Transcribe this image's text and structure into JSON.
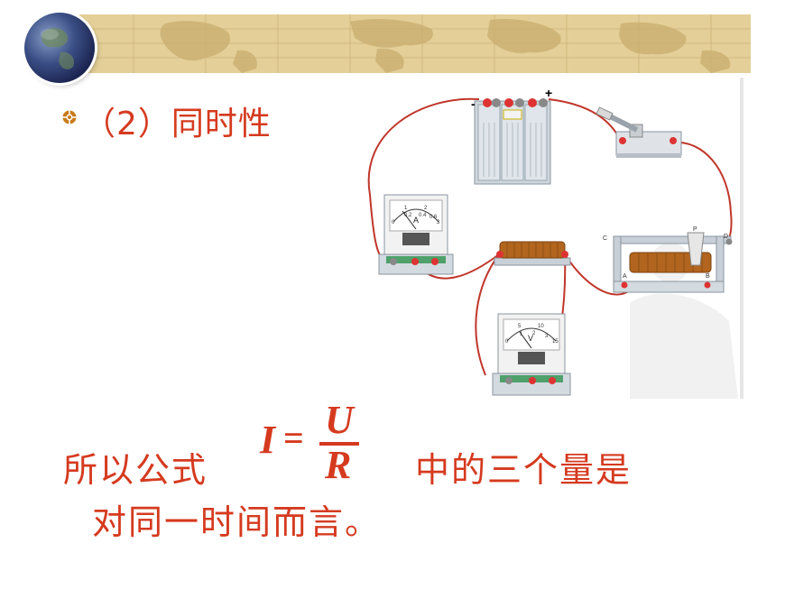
{
  "slide": {
    "heading": "（2）同时性",
    "body_part1": "所以公式",
    "body_part2": "中的三个量是",
    "body_line2": "对同一时间而言。"
  },
  "formula": {
    "lhs": "I",
    "equals": "=",
    "numerator": "U",
    "denominator": "R"
  },
  "circuit": {
    "battery_minus": "-",
    "battery_plus": "+",
    "ammeter_letter": "A",
    "ammeter_scale": [
      "0",
      "1",
      "2",
      "3",
      "0.2",
      "0.4",
      "0.6"
    ],
    "voltmeter_letter": "V",
    "voltmeter_scale": [
      "0",
      "5",
      "10",
      "15",
      "1",
      "2",
      "3"
    ],
    "rheostat_labels": [
      "C",
      "P",
      "D",
      "A",
      "B"
    ]
  },
  "colors": {
    "text": "#d53a1f",
    "banner": "#e4cf98",
    "wire": "#c0362b"
  }
}
